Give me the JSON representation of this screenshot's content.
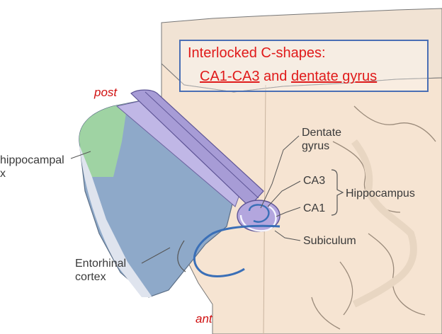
{
  "callout": {
    "line1": "Interlocked C-shapes:",
    "term1": "CA1-CA3",
    "connector": "and",
    "term2": "dentate gyrus"
  },
  "orientation": {
    "post": "post",
    "ant": "ant"
  },
  "labels": {
    "parahippocampal_line1": "hippocampal",
    "parahippocampal_line2": "x",
    "dentate_line1": "Dentate",
    "dentate_line2": "gyrus",
    "ca3": "CA3",
    "ca1": "CA1",
    "hippocampus": "Hippocampus",
    "subiculum": "Subiculum",
    "entorhinal_line1": "Entorhinal",
    "entorhinal_line2": "cortex"
  },
  "colors": {
    "callout_text": "#e01a1a",
    "callout_border": "#4a6fb5",
    "orientation_text": "#d01010",
    "brain_fill": "#f7e6d6",
    "brain_shadow": "#ebd3bd",
    "hippocampus_purple": "#a79cd6",
    "entorhinal_blue": "#8ea9c9",
    "parahippocampal_green": "#9fd3a3",
    "cortex_band": "#c8c8e4"
  }
}
